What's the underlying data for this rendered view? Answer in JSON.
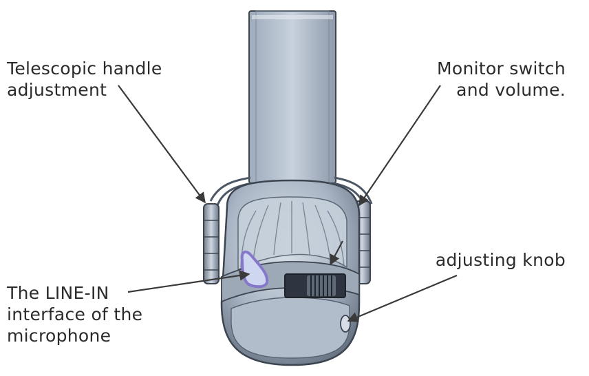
{
  "labels": {
    "telescopic": "Telescopic handle\nadjustment",
    "monitor": "Monitor switch\nand volume.",
    "knob": "adjusting knob",
    "line_in": "The LINE-IN\ninterface of the\nmicrophone"
  },
  "colors": {
    "shell": "#b9c4d1",
    "shell_dark": "#5e6a78",
    "band": "#c3ccd8",
    "outline": "#3c4450",
    "accent": "#8577c9",
    "arrow": "#3a3a3a"
  }
}
